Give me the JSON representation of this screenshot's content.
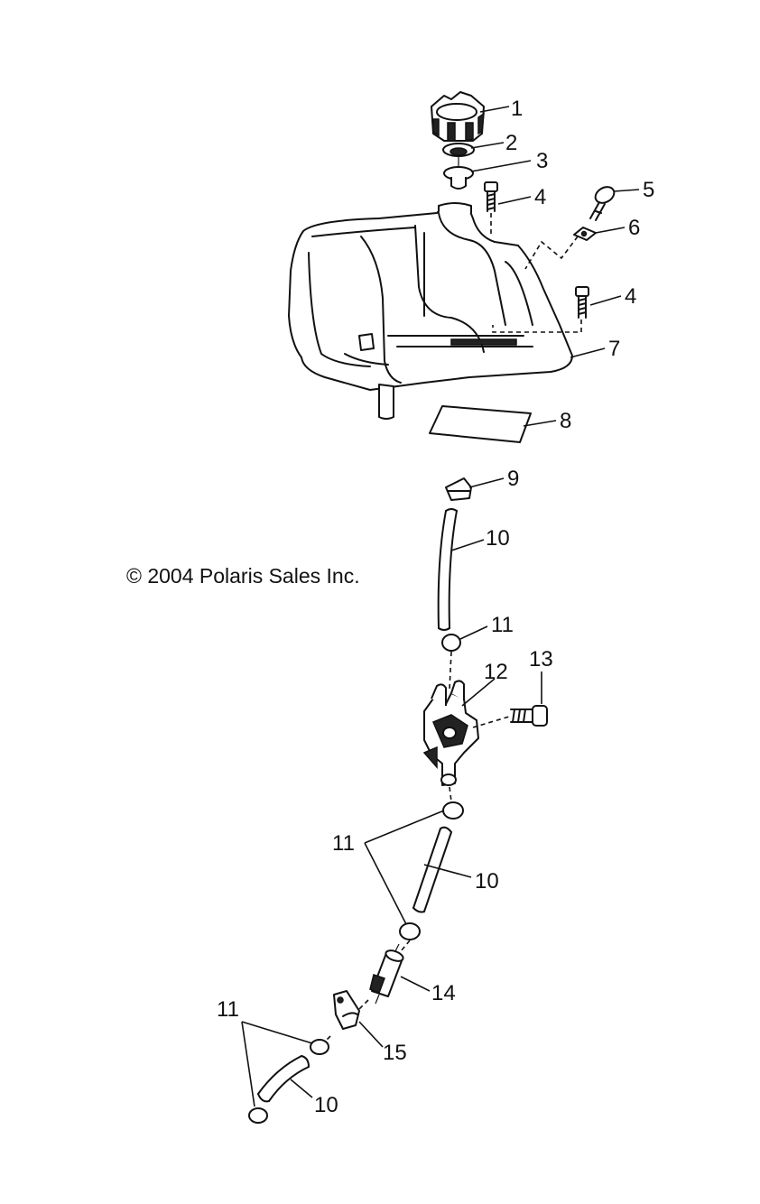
{
  "copyright": "© 2004 Polaris Sales Inc.",
  "callouts": {
    "c1": "1",
    "c2": "2",
    "c3": "3",
    "c4a": "4",
    "c4b": "4",
    "c5": "5",
    "c6": "6",
    "c7": "7",
    "c8": "8",
    "c9": "9",
    "c10a": "10",
    "c10b": "10",
    "c10c": "10",
    "c11a": "11",
    "c11b": "11",
    "c11c": "11",
    "c12": "12",
    "c13": "13",
    "c14": "14",
    "c15": "15"
  }
}
